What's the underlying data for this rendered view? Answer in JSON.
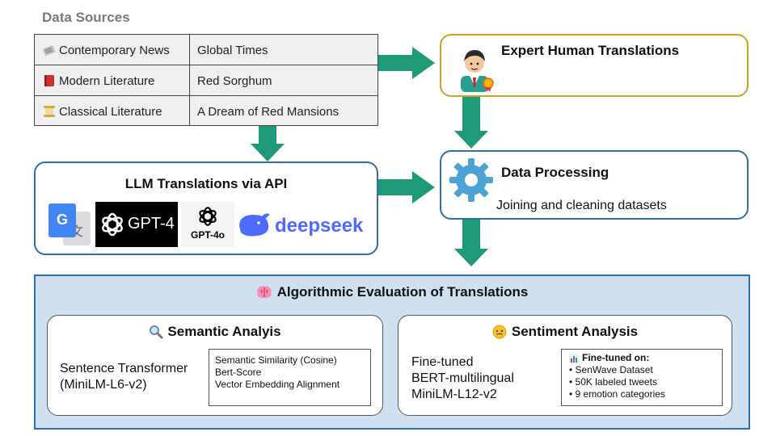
{
  "data_sources": {
    "title": "Data Sources",
    "rows": [
      {
        "icon": "newspaper-icon",
        "category": "Contemporary News",
        "source": "Global Times"
      },
      {
        "icon": "book-icon",
        "category": "Modern Literature",
        "source": "Red Sorghum"
      },
      {
        "icon": "scroll-icon",
        "category": "Classical Literature",
        "source": "A Dream of Red Mansions"
      }
    ]
  },
  "expert": {
    "title": "Expert Human Translations",
    "icon": "expert-person-icon"
  },
  "llm": {
    "title": "LLM Translations via API",
    "logos": [
      {
        "name": "google-translate-logo",
        "text": "G"
      },
      {
        "name": "gpt4-logo",
        "text": "GPT-4"
      },
      {
        "name": "gpt4o-logo",
        "text": "GPT-4o"
      },
      {
        "name": "deepseek-logo",
        "text": "deepseek"
      }
    ]
  },
  "processing": {
    "title": "Data Processing",
    "subtitle": "Joining and cleaning datasets",
    "icon": "gear-icon"
  },
  "evaluation": {
    "title": "Algorithmic Evaluation of Translations",
    "icon": "brain-icon",
    "semantic": {
      "title": "Semantic Analyis",
      "icon": "magnifier-icon",
      "model_line1": "Sentence Transformer",
      "model_line2": "(MiniLM-L6-v2)",
      "metrics": [
        "Semantic Similarity (Cosine)",
        "Bert-Score",
        "Vector Embedding Alignment"
      ]
    },
    "sentiment": {
      "title": "Sentiment Analysis",
      "icon": "face-icon",
      "model_lines": [
        "Fine-tuned",
        "BERT-multilingual",
        "MiniLM-L12-v2"
      ],
      "finetune_title": "Fine-tuned on:",
      "finetune_icon": "bar-chart-icon",
      "finetune_items": [
        "• SenWave Dataset",
        "• 50K labeled tweets",
        "• 9 emotion categories"
      ]
    }
  },
  "colors": {
    "accent_blue": "#2f6fa7",
    "arrow_green": "#1f9a78",
    "gold": "#c9a227",
    "eval_bg": "#cfe0f1"
  }
}
